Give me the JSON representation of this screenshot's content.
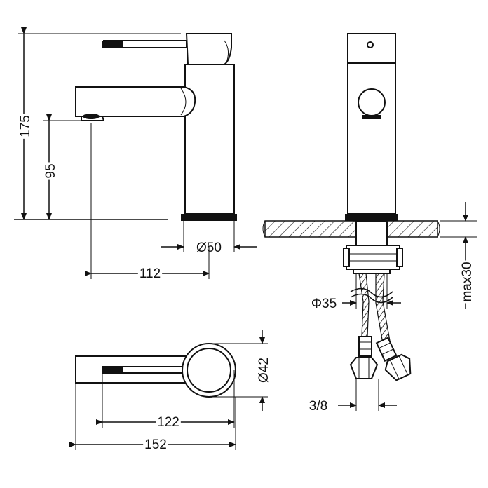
{
  "drawing": {
    "dimensions": {
      "height_total": "175",
      "height_spout": "95",
      "diameter_base": "Ø50",
      "reach": "112",
      "diameter_top": "Ø42",
      "length_lever": "122",
      "length_total": "152",
      "diameter_shank": "Φ35",
      "thread": "3/8",
      "max_thickness": "max30"
    }
  }
}
